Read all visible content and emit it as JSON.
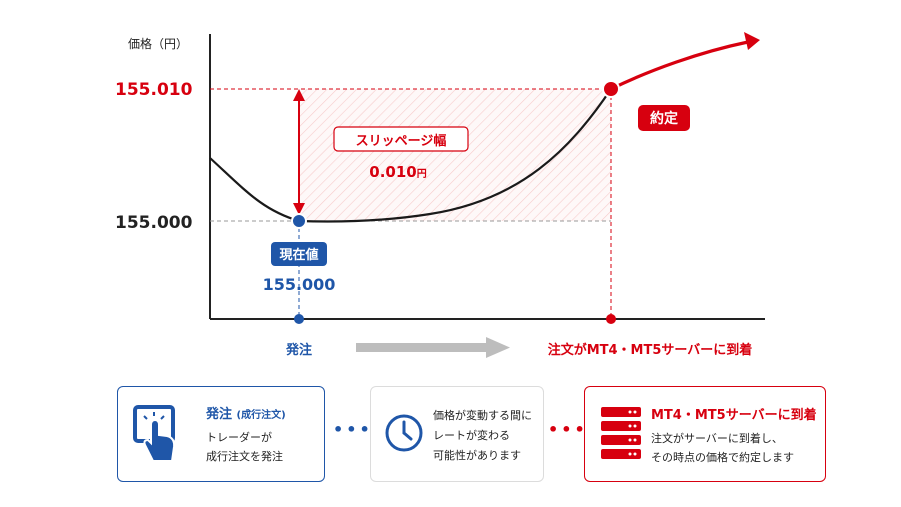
{
  "chart_data": {
    "type": "line",
    "ylabel": "価格（円）",
    "y_ticks": [
      "155.010",
      "155.000"
    ],
    "current_price_badge": "現在値",
    "current_price_value": "155.000",
    "slippage_label": "スリッページ幅",
    "slippage_value": "0.010",
    "slippage_unit": "円",
    "execution_badge": "約定",
    "x_start_label": "発注",
    "x_end_label": "注文がMT4・MT5サーバーに到着",
    "events": [
      {
        "name": "発注",
        "price": 155.0
      },
      {
        "name": "約定",
        "price": 155.01
      }
    ],
    "colors": {
      "blue": "#1f56a8",
      "red": "#d7000f",
      "arrow_gray": "#bdbdbd"
    }
  },
  "steps": [
    {
      "title": "発注",
      "title_note": "(成行注文)",
      "lines": [
        "トレーダーが",
        "成行注文を発注"
      ],
      "icon": "touch-tap-icon",
      "color": "#1f56a8"
    },
    {
      "lines": [
        "価格が変動する間に",
        "レートが変わる",
        "可能性があります"
      ],
      "icon": "clock-icon",
      "color": "#1f56a8"
    },
    {
      "title": "MT4・MT5サーバーに到着",
      "lines": [
        "注文がサーバーに到着し、",
        "その時点の価格で約定します"
      ],
      "icon": "server-rack-icon",
      "color": "#d7000f"
    }
  ]
}
